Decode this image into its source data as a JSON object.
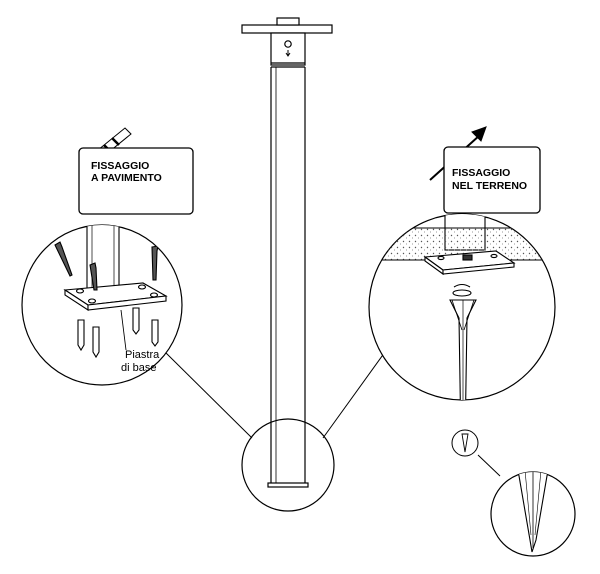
{
  "labels": {
    "floor_title_line1": "FISSAGGIO",
    "floor_title_line2": "A PAVIMENTO",
    "ground_title_line1": "FISSAGGIO",
    "ground_title_line2": "NEL TERRENO",
    "base_plate_line1": "Piastra",
    "base_plate_line2": "di base"
  },
  "icons": {
    "floor": "drill-bit-icon",
    "ground": "ground-spike-icon"
  }
}
